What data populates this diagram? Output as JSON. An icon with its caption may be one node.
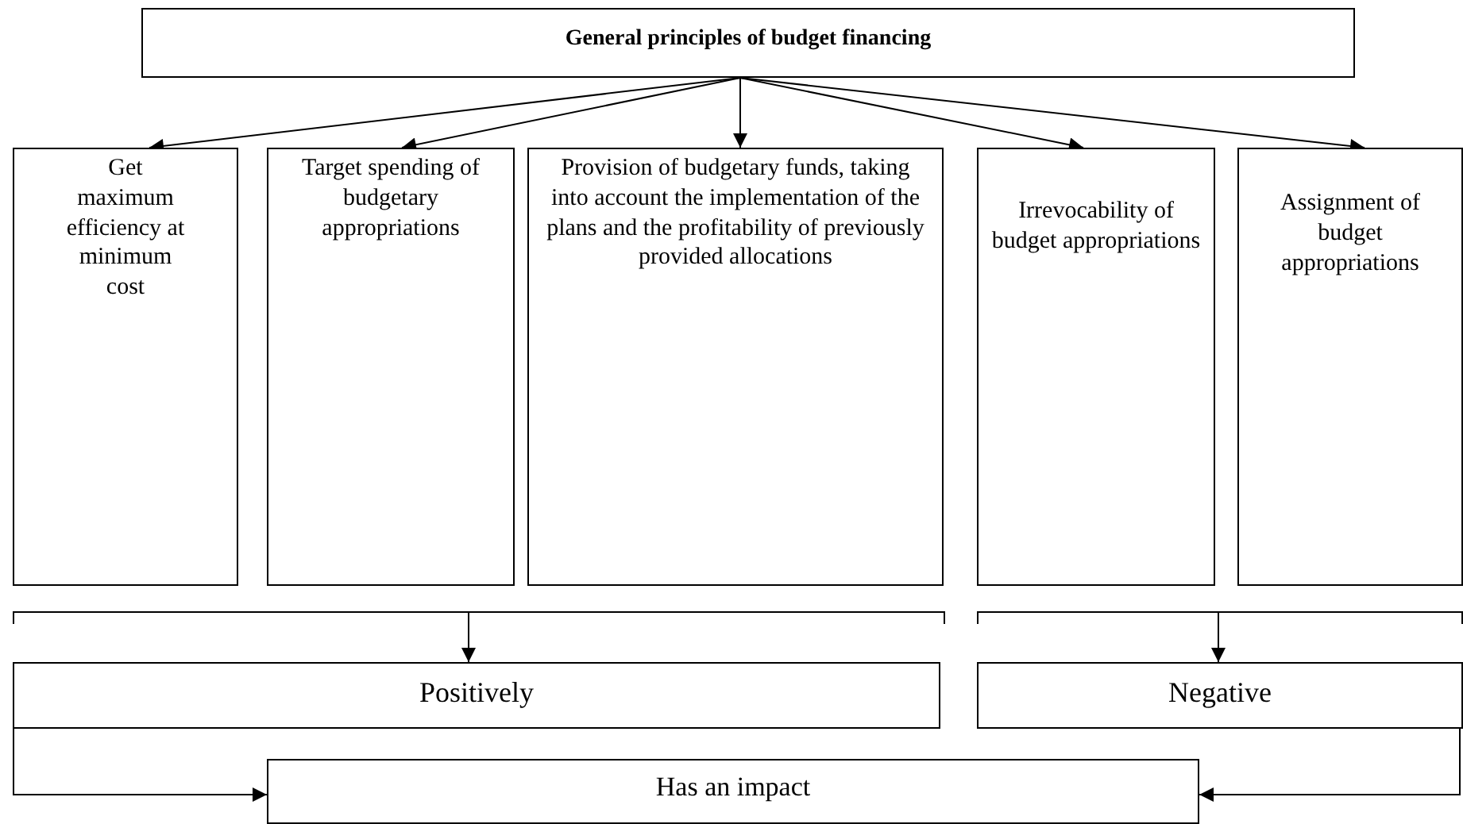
{
  "diagram": {
    "nodes": [
      {
        "text": [
          "General principles of budget financing"
        ]
      },
      {
        "text": [
          "Get maximum efficiency at minimum cost"
        ]
      },
      {
        "text": [
          "Target spending of budgetary appropriations"
        ]
      },
      {
        "text": [
          "Provision of budgetary funds, taking into account the implementation of the plans and the profitability of previously provided allocations"
        ]
      },
      {
        "text": [
          "Irrevocability of budget appropriations"
        ]
      },
      {
        "text": [
          "Assignment of budget appropriations"
        ]
      },
      {
        "text": [],
        "shape": "bar"
      },
      {
        "text": [],
        "shape": "bar"
      },
      {
        "text": [
          "Positively"
        ]
      },
      {
        "text": [
          "Negative"
        ]
      },
      {
        "text": [
          "Has an impact"
        ]
      }
    ],
    "edges": [
      {
        "from": 0,
        "to": 1,
        "arrow": "to"
      },
      {
        "from": 0,
        "to": 2,
        "arrow": "to"
      },
      {
        "from": 0,
        "to": 3,
        "arrow": "to"
      },
      {
        "from": 0,
        "to": 4,
        "arrow": "to"
      },
      {
        "from": 0,
        "to": 5,
        "arrow": "to"
      },
      {
        "from": 6,
        "to": 8,
        "arrow": "to"
      },
      {
        "from": 7,
        "to": 9,
        "arrow": "to"
      },
      {
        "from": 8,
        "to": 10,
        "arrow": "to"
      },
      {
        "from": 9,
        "to": 10,
        "arrow": "to"
      }
    ]
  }
}
